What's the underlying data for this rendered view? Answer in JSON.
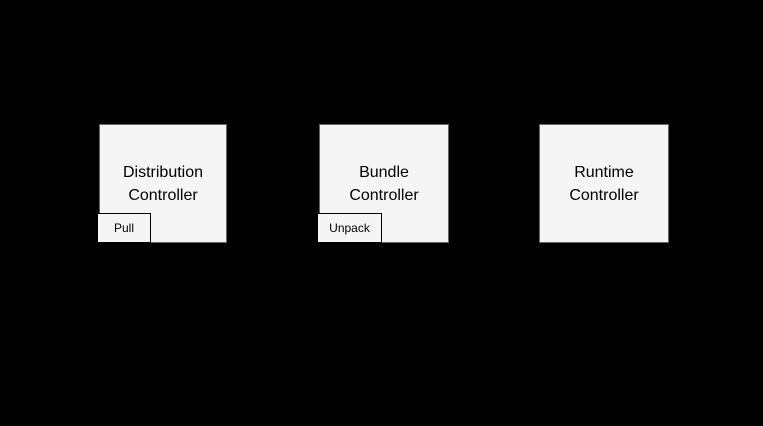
{
  "diagram": {
    "background_color": "#000000",
    "node_fill_color": "#f5f5f5",
    "node_border_color": "#666666",
    "subnode_border_color": "#000000",
    "text_color": "#000000",
    "nodes": [
      {
        "id": "distribution-controller",
        "label": "Distribution\nController",
        "badge": "Pull"
      },
      {
        "id": "bundle-controller",
        "label": "Bundle\nController",
        "badge": "Unpack"
      },
      {
        "id": "runtime-controller",
        "label": "Runtime\nController",
        "badge": null
      }
    ]
  }
}
